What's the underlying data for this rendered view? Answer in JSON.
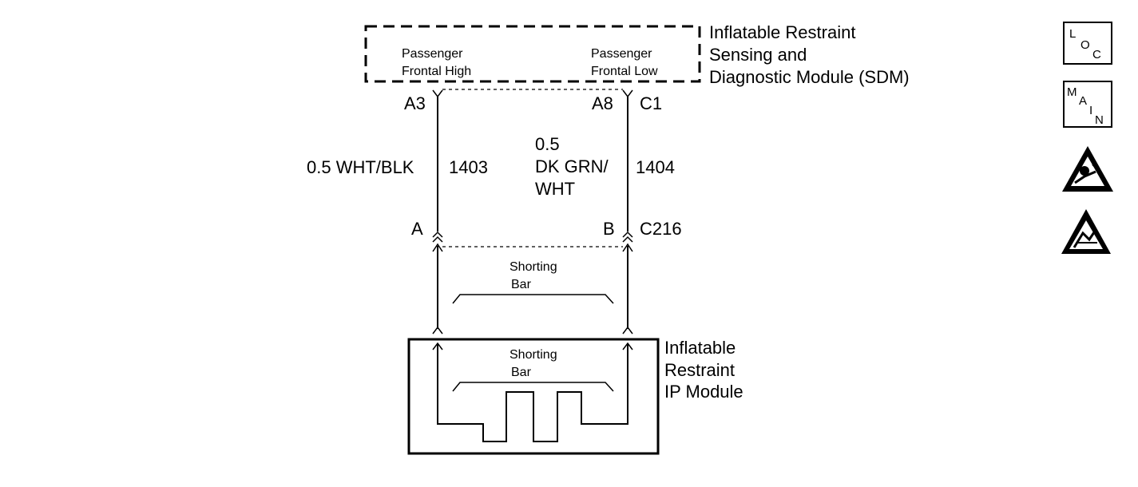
{
  "sdm": {
    "title_lines": [
      "Inflatable Restraint",
      "Sensing and",
      "Diagnostic Module (SDM)"
    ],
    "pin_left_label": [
      "Passenger",
      "Frontal High"
    ],
    "pin_right_label": [
      "Passenger",
      "Frontal Low"
    ],
    "connector": "C1",
    "pin_left": "A3",
    "pin_right": "A8"
  },
  "wires": {
    "left": {
      "gauge_color": "0.5 WHT/BLK",
      "circuit": "1403"
    },
    "right": {
      "gauge_color_lines": [
        "0.5",
        "DK GRN/",
        "WHT"
      ],
      "circuit": "1404"
    }
  },
  "c216": {
    "connector": "C216",
    "pin_left": "A",
    "pin_right": "B",
    "shorting_bar_label": [
      "Shorting",
      "Bar"
    ]
  },
  "ip_module": {
    "title_lines": [
      "Inflatable",
      "Restraint",
      "IP Module"
    ],
    "shorting_bar_label": [
      "Shorting",
      "Bar"
    ]
  },
  "badges": {
    "loc": [
      "L",
      "O",
      "C"
    ],
    "main": [
      "M",
      "A",
      "I",
      "N"
    ],
    "icons": [
      "airbag-warning-icon",
      "esd-warning-icon"
    ]
  }
}
